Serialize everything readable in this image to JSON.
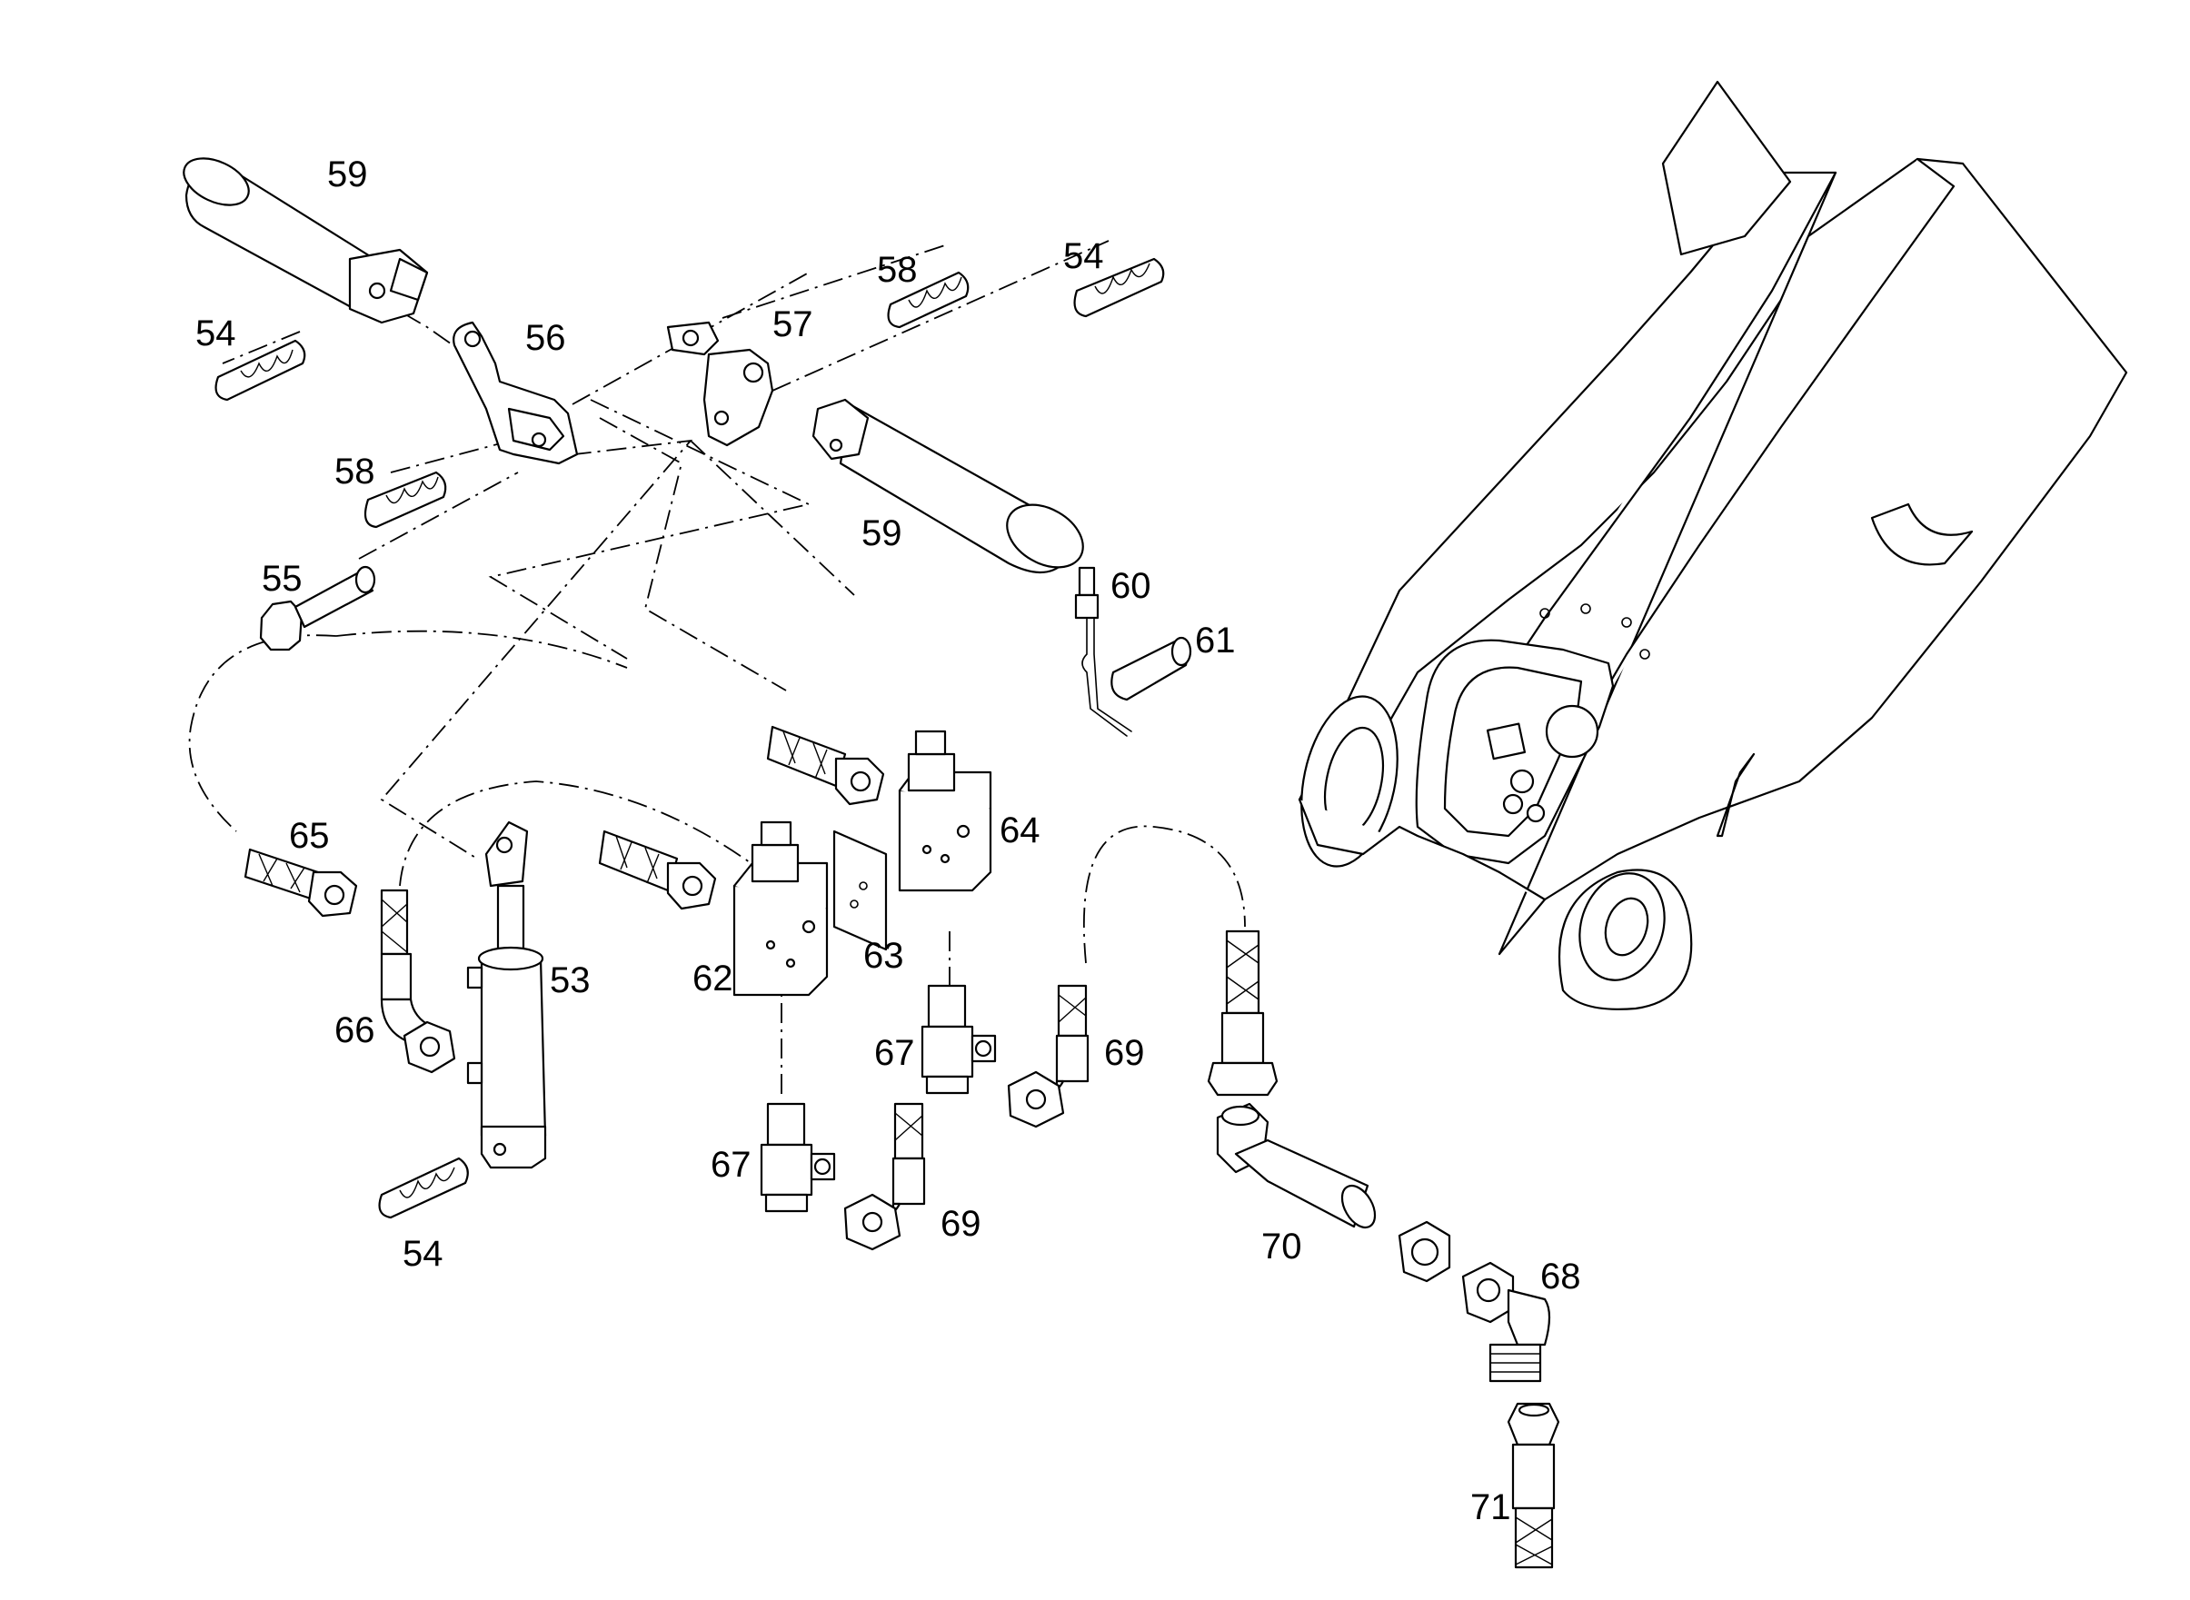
{
  "callouts": {
    "c53": "53",
    "c54a": "54",
    "c54b": "54",
    "c54c": "54",
    "c55": "55",
    "c56": "56",
    "c57": "57",
    "c58a": "58",
    "c58b": "58",
    "c59a": "59",
    "c59b": "59",
    "c60": "60",
    "c61": "61",
    "c62": "62",
    "c63": "63",
    "c64": "64",
    "c65": "65",
    "c66": "66",
    "c67a": "67",
    "c67b": "67",
    "c68": "68",
    "c69a": "69",
    "c69b": "69",
    "c70": "70",
    "c71": "71"
  }
}
